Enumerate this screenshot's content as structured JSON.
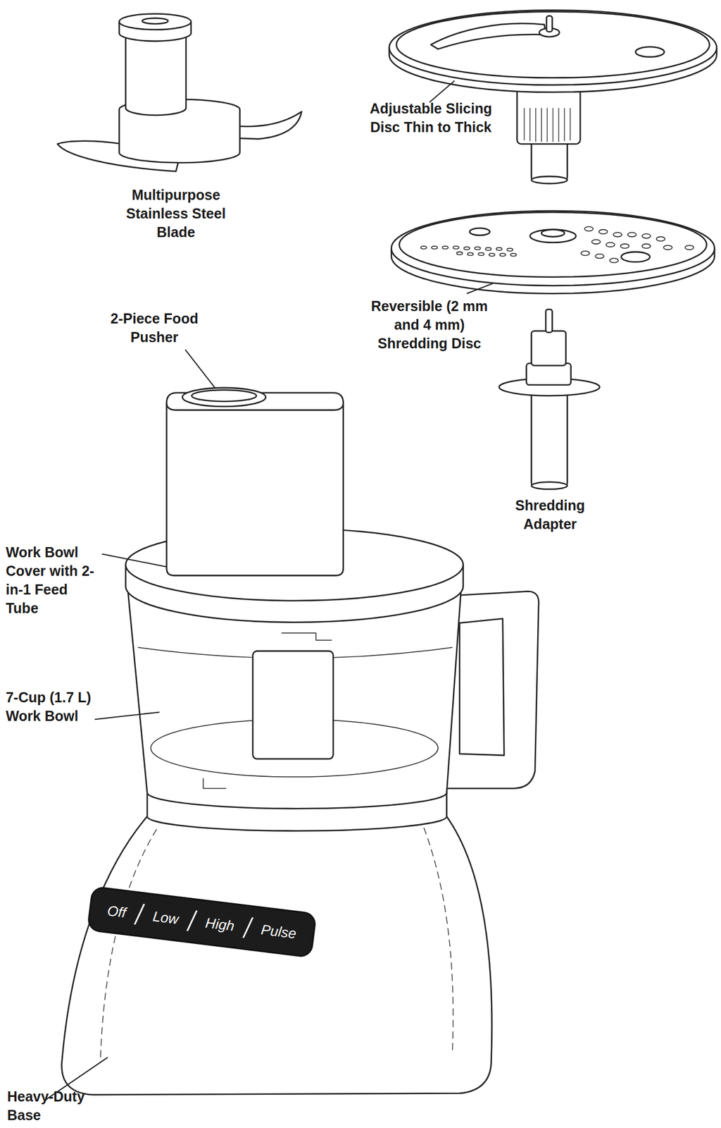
{
  "diagram": {
    "nodes": [
      {
        "text": [
          "Off",
          "Low",
          "High",
          "Pulse"
        ]
      }
    ],
    "labels": [
      "Multipurpose Stainless Steel Blade",
      "Adjustable Slicing Disc Thin to Thick",
      "Reversible (2 mm and 4 mm) Shredding Disc",
      "2-Piece Food Pusher",
      "Shredding Adapter",
      "Work Bowl Cover with 2-in-1 Feed Tube",
      "7-Cup (1.7 L) Work Bowl",
      "Heavy-Duty Base"
    ]
  }
}
